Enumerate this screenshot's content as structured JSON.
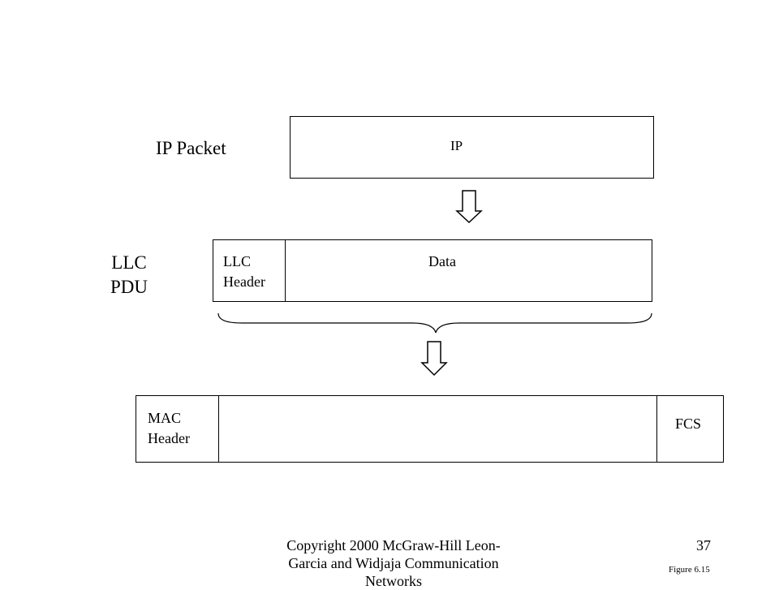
{
  "ip_packet": {
    "label": "IP Packet",
    "field": "IP"
  },
  "llc_pdu": {
    "label_line1": "LLC",
    "label_line2": "PDU",
    "header_line1": "LLC",
    "header_line2": "Header",
    "data_label": "Data"
  },
  "mac_frame": {
    "header_line1": "MAC",
    "header_line2": "Header",
    "fcs_label": "FCS"
  },
  "footer": {
    "copyright_line1": "Copyright 2000 McGraw-Hill   Leon-",
    "copyright_line2": "Garcia and Widjaja   Communication",
    "copyright_line3": "Networks",
    "page_number": "37",
    "figure_label": "Figure  6.15"
  }
}
